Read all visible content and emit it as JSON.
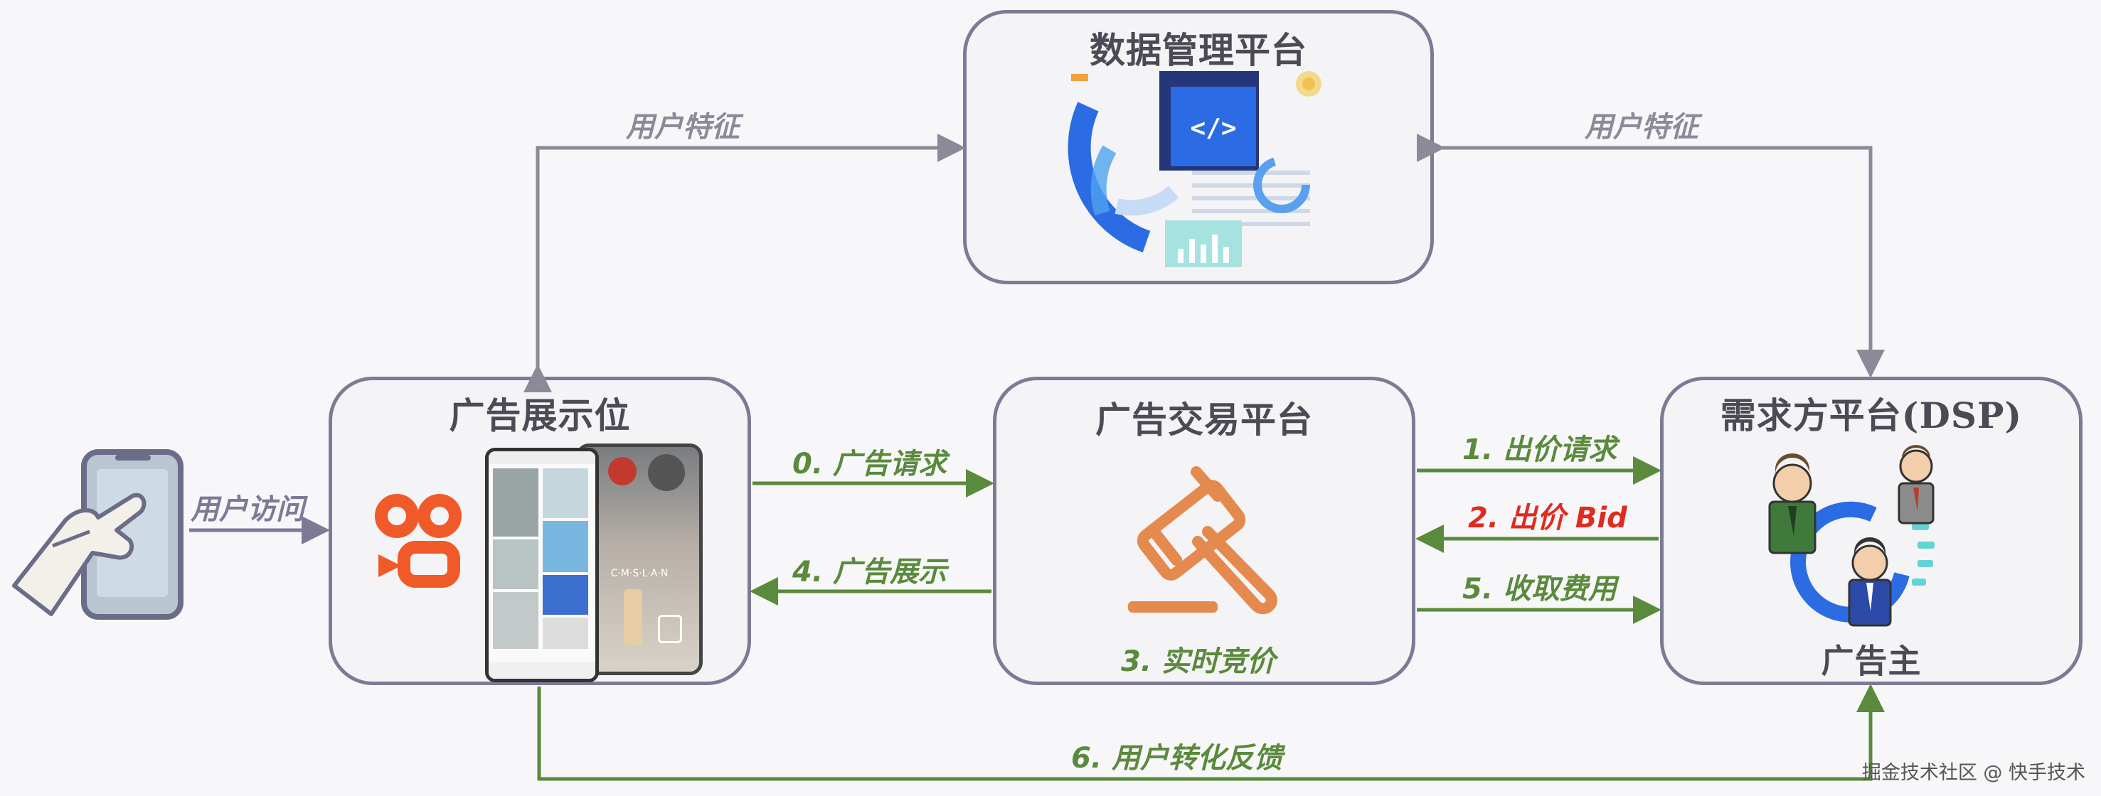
{
  "boxes": {
    "data_platform": "数据管理平台",
    "ad_slot": "广告展示位",
    "ad_exchange": "广告交易平台",
    "dsp": "需求方平台(DSP)"
  },
  "labels": {
    "user_visit": "用户访问",
    "user_feature_left": "用户特征",
    "user_feature_right": "用户特征",
    "ad_request": "0. 广告请求",
    "ad_display": "4. 广告展示",
    "bid_request": "1. 出价请求",
    "bid_response": "2. 出价 Bid",
    "collect_fee": "5. 收取费用",
    "realtime_bidding": "3. 实时竞价",
    "conversion_feedback": "6. 用户转化反馈",
    "advertiser": "广告主"
  },
  "code_icon_text": "</>",
  "phone_screen_text": "C·M·S·L·A·N",
  "watermark": "掘金技术社区 @ 快手技术",
  "colors": {
    "box_border": "#7d7a96",
    "gray_arrow": "#8a8a98",
    "green_arrow": "#5a8a3c",
    "red_text": "#e02b20",
    "kuaishou_orange": "#f05a28",
    "gavel_orange": "#e58a4f",
    "blue": "#2a6fe0"
  },
  "icons": [
    "hand-phone-icon",
    "kuaishou-logo-icon",
    "phone-screenshot-icon",
    "data-dashboard-icon",
    "gavel-icon",
    "advertisers-icon"
  ]
}
